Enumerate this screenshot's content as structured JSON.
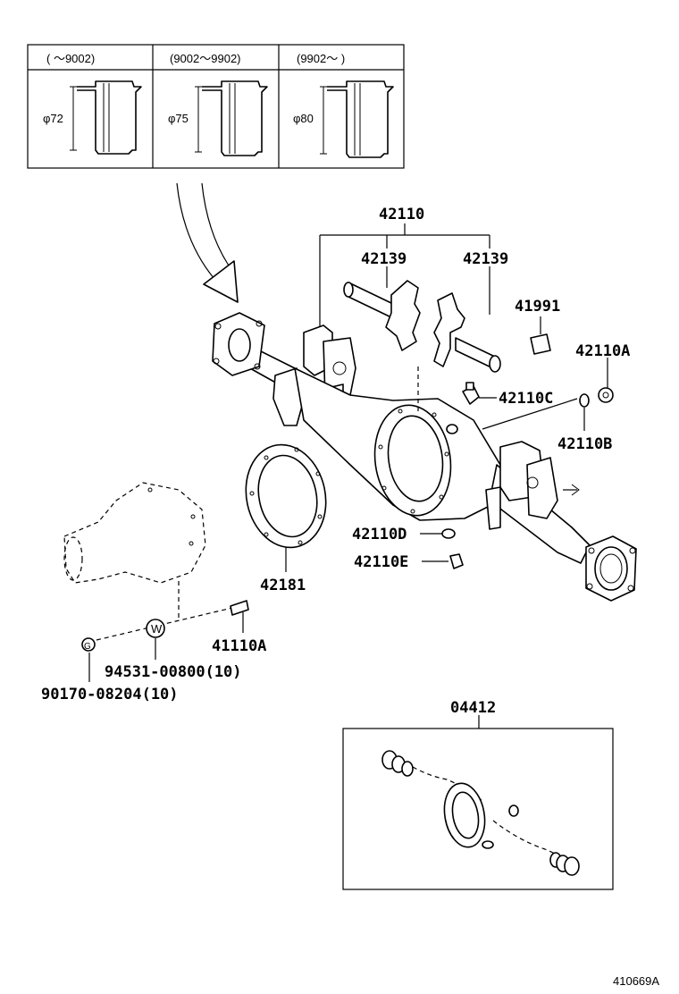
{
  "inset_table": {
    "headers": [
      "(      ～9002)",
      "(9002～9902)",
      "(9902～      )"
    ],
    "diameters": [
      "φ72",
      "φ75",
      "φ80"
    ]
  },
  "labels": {
    "p42110": "42110",
    "p42139_left": "42139",
    "p42139_right": "42139",
    "p41991": "41991",
    "p42110A": "42110A",
    "p42110C": "42110C",
    "p42110B": "42110B",
    "p42110D": "42110D",
    "p42110E": "42110E",
    "p42181": "42181",
    "p41110A": "41110A",
    "p94531": "94531-00800(10)",
    "p90170": "90170-08204(10)",
    "p04412": "04412",
    "washer_symbol": "W",
    "nut_symbol": "G",
    "diagram_id": "410669A"
  }
}
